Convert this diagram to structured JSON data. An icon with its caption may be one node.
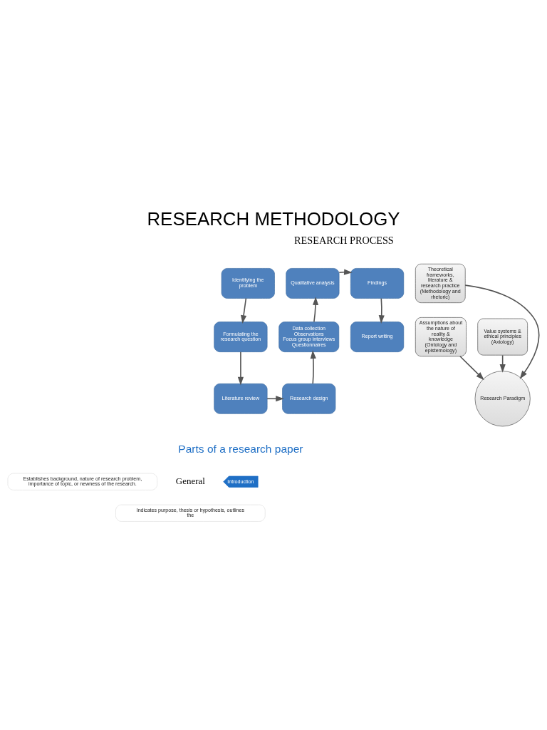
{
  "diagram": {
    "title": "RESEARCH METHODOLOGY",
    "nodes": [
      {
        "text": [
          "Identifying the problem"
        ]
      },
      {
        "text": [
          "Formulating the research question"
        ]
      },
      {
        "text": [
          "Literature review"
        ]
      },
      {
        "text": [
          "Research design"
        ]
      },
      {
        "text": [
          "Data collection",
          "Observations",
          "Focus group interviews",
          "Questionnaires"
        ]
      },
      {
        "text": [
          "Qualitative analysis"
        ]
      },
      {
        "text": [
          "Findings"
        ]
      },
      {
        "text": [
          "Report writing"
        ]
      },
      {
        "text": [
          "Theoretical frameworks, literature & research practice",
          "(Methodology and rhetoric)"
        ]
      },
      {
        "text": [
          "Assumptions about the nature of reality & knowledge",
          "(Ontology and epistemology)"
        ]
      },
      {
        "text": [
          "Value systems & ethical principles",
          "(Axiology)"
        ]
      },
      {
        "text": [
          "Research Paradigm"
        ]
      },
      {
        "text": [
          "Introduction"
        ]
      },
      {
        "text": [
          "Establishes background, nature of research problem, importance of topic, or newness of the research."
        ]
      },
      {
        "text": [
          "Indicates purpose, thesis or hypothesis, outlines the"
        ]
      }
    ],
    "edges": [
      {
        "from": 0,
        "to": 1,
        "arrow": "to"
      },
      {
        "from": 1,
        "to": 2,
        "arrow": "to"
      },
      {
        "from": 2,
        "to": 3,
        "arrow": "to"
      },
      {
        "from": 3,
        "to": 4,
        "arrow": "to"
      },
      {
        "from": 4,
        "to": 5,
        "arrow": "to"
      },
      {
        "from": 5,
        "to": 6,
        "arrow": "to"
      },
      {
        "from": 6,
        "to": 7,
        "arrow": "to"
      },
      {
        "from": 8,
        "to": 11,
        "arrow": "to"
      },
      {
        "from": 9,
        "to": 11,
        "arrow": "to"
      },
      {
        "from": 10,
        "to": 11,
        "arrow": "to"
      }
    ],
    "labels": [
      "RESEARCH PROCESS",
      "Parts of a research paper",
      "General"
    ]
  }
}
